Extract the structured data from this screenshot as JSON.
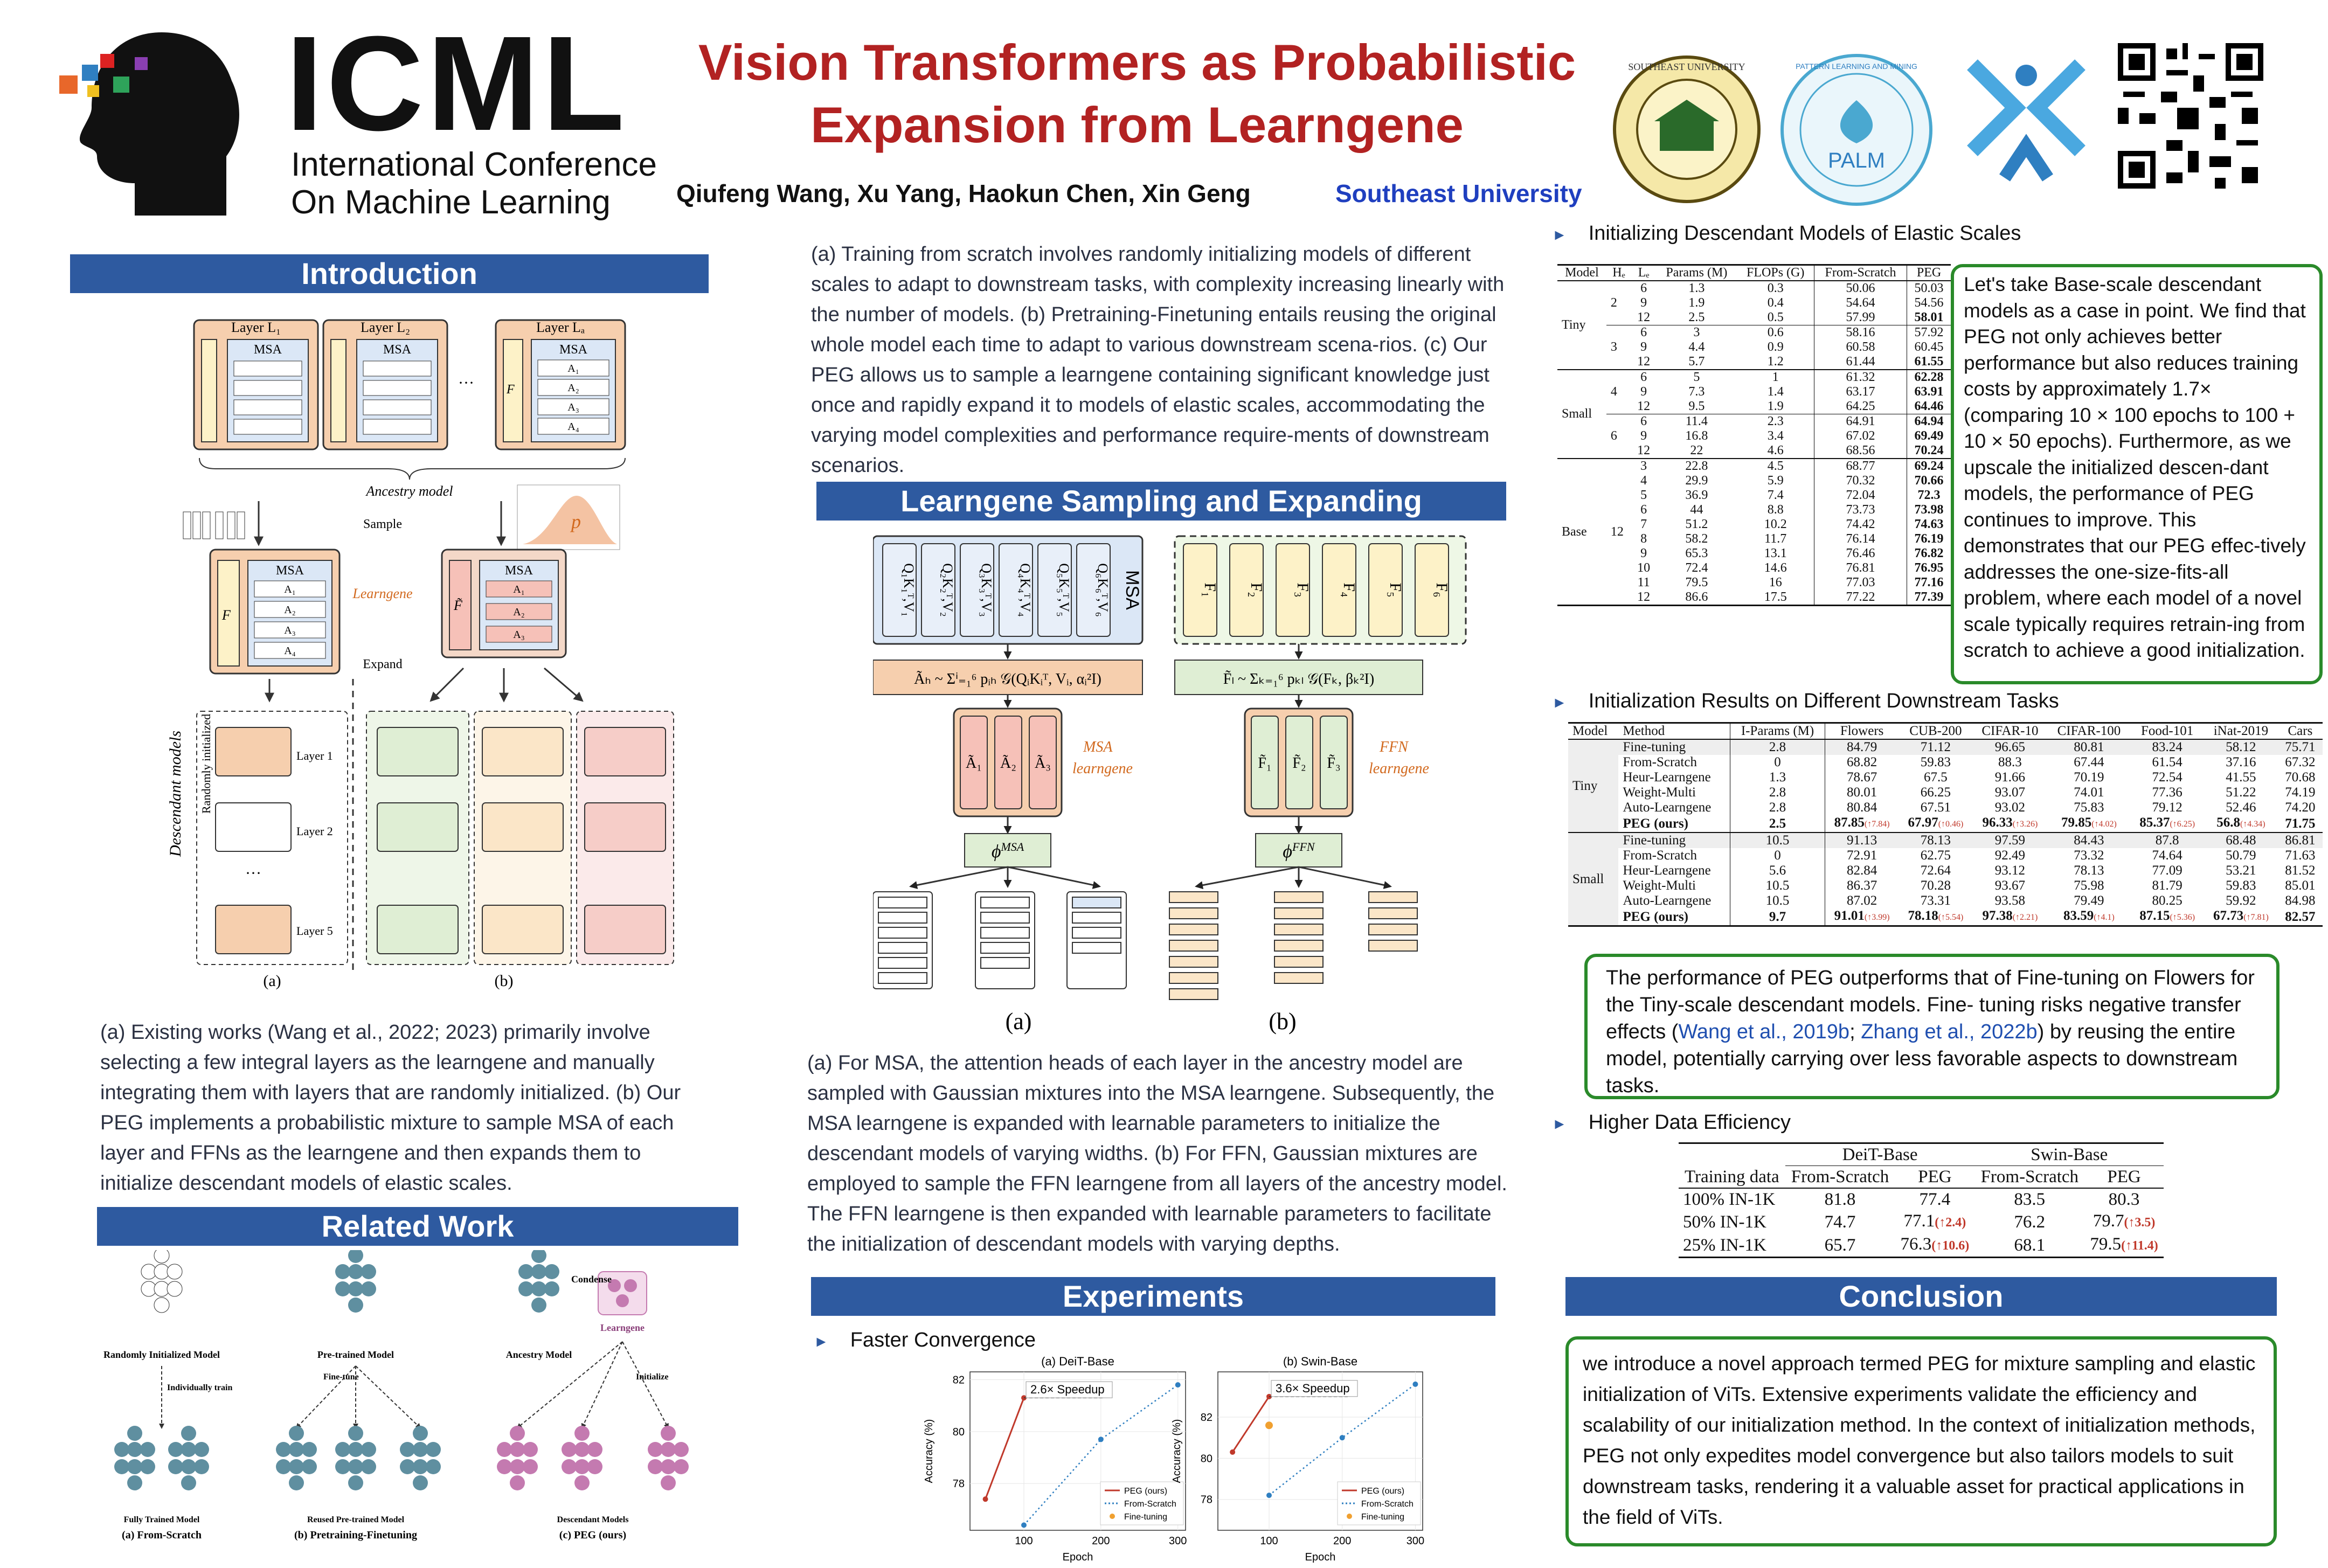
{
  "header": {
    "conference_logo_text": "ICML",
    "conference_full_line1": "International Conference",
    "conference_full_line2": "On Machine Learning",
    "title_line1": "Vision Transformers as Probabilistic",
    "title_line2": "Expansion from Learngene",
    "authors": "Qiufeng Wang, Xu Yang, Haokun Chen, Xin Geng",
    "affiliation": "Southeast University",
    "seal1_text": "SOUTHEAST UNIVERSITY",
    "seal2_text": "PALM",
    "seal2_ring": "PATTERN LEARNING AND MINING",
    "colors": {
      "title": "#b22222",
      "header_bar": "#2e5aa0",
      "green": "#2a8a2a",
      "affiliation": "#1f3fbf"
    }
  },
  "intro": {
    "heading": "Introduction",
    "fig_labels": {
      "layer1": "Layer L₁",
      "layer2": "Layer L₂",
      "layera": "Layer Lₐ",
      "msa": "MSA",
      "a1": "A₁",
      "a2": "A₂",
      "a3": "A₃",
      "a4": "A₄",
      "f": "F",
      "ftilde": "F̃",
      "ancestry": "Ancestry model",
      "sample": "Sample",
      "learngene": "Learngene",
      "expand": "Expand",
      "p": "p",
      "descendant": "Descendant models",
      "rand_init": "Randomly initialized",
      "l1": "Layer 1",
      "l2": "Layer 2",
      "l5": "Layer 5",
      "dots": "···",
      "cap_a": "(a)",
      "cap_b": "(b)"
    },
    "caption": "(a) Existing works (Wang et al., 2022; 2023) primarily involve selecting a few integral layers as the learngene and manually integrating them with layers that are randomly initialized. (b) Our PEG implements a probabilistic mixture to sample MSA of each layer and FFNs as the learngene and then expands them to initialize descendant models of elastic scales."
  },
  "related": {
    "heading": "Related Work",
    "labels": {
      "rand_model": "Randomly Initialized Model",
      "pre_model": "Pre-trained Model",
      "anc_model": "Ancestry Model",
      "condense": "Condense",
      "learngene": "Learngene",
      "indiv": "Individually train",
      "finetune": "Fine-tune",
      "initialize": "Initialize",
      "fully": "Fully Trained Model",
      "reused": "Reused Pre-trained Model",
      "desc": "Descendant Models",
      "cap_a": "(a) From-Scratch",
      "cap_b": "(b) Pretraining-Finetuning",
      "cap_c": "(c) PEG (ours)"
    }
  },
  "center": {
    "top_text": "(a) Training from scratch involves randomly initializing models of different scales to adapt to downstream tasks, with complexity increasing linearly with the number of models. (b) Pretraining-Finetuning entails reusing the original whole model each time to adapt to various downstream scena-rios. (c) Our PEG allows us to sample a learngene containing significant knowledge just once and rapidly expand it to models of elastic scales, accommodating the varying model complexities and performance require-ments of downstream scenarios.",
    "lse_heading": "Learngene Sampling and Expanding",
    "msa_tokens": [
      "Q₁K₁ᵀ,V₁",
      "Q₂K₂ᵀ,V₂",
      "Q₃K₃ᵀ,V₃",
      "Q₄K₄ᵀ,V₄",
      "Q₅K₅ᵀ,V₅",
      "Q₆K₆ᵀ,V₆"
    ],
    "msa_label": "MSA",
    "ffn_tokens": [
      "F₁",
      "F₂",
      "F₃",
      "F₄",
      "F₅",
      "F₆"
    ],
    "msa_formula": "Ãₕ ~ Σⁱ₌₁⁶ pᵢₕ 𝒢(QᵢKᵢᵀ, Vᵢ, αᵢ²I)",
    "ffn_formula": "F̃ₗ ~ Σₖ₌₁⁶ pₖₗ 𝒢(Fₖ, βₖ²I)",
    "msa_lg": [
      "Ã₁",
      "Ã₂",
      "Ã₃"
    ],
    "ffn_lg": [
      "F̃₁",
      "F̃₂",
      "F̃₃"
    ],
    "msa_lg_label1": "MSA",
    "msa_lg_label2": "learngene",
    "ffn_lg_label1": "FFN",
    "ffn_lg_label2": "learngene",
    "phi_msa": "ϕ",
    "phi_msa_sup": "MSA",
    "phi_ffn": "ϕ",
    "phi_ffn_sup": "FFN",
    "cap_a": "(a)",
    "cap_b": "(b)",
    "caption": "(a) For MSA, the attention heads of each layer in the ancestry model are sampled with Gaussian mixtures into the MSA learngene. Subsequently, the MSA learngene is expanded with learnable parameters to initialize the descendant models of varying widths. (b) For FFN, Gaussian mixtures are employed to sample the FFN learngene from all layers of the ancestry model. The FFN learngene is then expanded with learnable parameters to facilitate the initialization of descendant models with varying depths."
  },
  "experiments": {
    "heading": "Experiments",
    "faster": "Faster Convergence",
    "elastic_title": "Initializing Descendant Models of Elastic Scales",
    "downstream_title": "Initialization Results on Different Downstream Tasks",
    "efficiency_title": "Higher Data Efficiency"
  },
  "chart_data": [
    {
      "type": "line",
      "title": "(a) DeiT-Base",
      "xlabel": "Epoch",
      "ylabel": "Accuracy (%)",
      "xlim": [
        30,
        310
      ],
      "ylim": [
        76.2,
        82.3
      ],
      "xticks": [
        100,
        200,
        300
      ],
      "yticks": [
        78,
        80,
        82
      ],
      "annotation": "2.6× Speedup",
      "legend_position": "bottom-right",
      "series": [
        {
          "name": "PEG (ours)",
          "color": "#c0392b",
          "style": "solid",
          "x": [
            50,
            100
          ],
          "y": [
            77.4,
            81.3
          ]
        },
        {
          "name": "From-Scratch",
          "color": "#2f7fc1",
          "style": "dotted",
          "x": [
            100,
            200,
            300
          ],
          "y": [
            76.4,
            79.7,
            81.8
          ]
        },
        {
          "name": "Fine-tuning",
          "color": "#f0a030",
          "style": "point",
          "x": [],
          "y": []
        }
      ]
    },
    {
      "type": "line",
      "title": "(b) Swin-Base",
      "xlabel": "Epoch",
      "ylabel": "Accuracy (%)",
      "xlim": [
        30,
        310
      ],
      "ylim": [
        76.5,
        84.2
      ],
      "xticks": [
        100,
        200,
        300
      ],
      "yticks": [
        78,
        80,
        82
      ],
      "annotation": "3.6× Speedup",
      "legend_position": "bottom-right",
      "series": [
        {
          "name": "PEG (ours)",
          "color": "#c0392b",
          "style": "solid",
          "x": [
            50,
            100
          ],
          "y": [
            80.3,
            83.0
          ]
        },
        {
          "name": "From-Scratch",
          "color": "#2f7fc1",
          "style": "dotted",
          "x": [
            100,
            200,
            300
          ],
          "y": [
            78.2,
            81.0,
            83.6
          ]
        },
        {
          "name": "Fine-tuning",
          "color": "#f0a030",
          "style": "point",
          "x": [
            100
          ],
          "y": [
            81.6
          ]
        }
      ]
    }
  ],
  "table_elastic": {
    "headers": [
      "Model",
      "Hₑ",
      "Lₑ",
      "Params (M)",
      "FLOPs (G)",
      "From-Scratch",
      "PEG"
    ],
    "groups": [
      {
        "model": "Tiny",
        "sub": [
          {
            "h": "2",
            "rows": [
              [
                "6",
                "1.3",
                "0.3",
                "50.06",
                "50.03"
              ],
              [
                "9",
                "1.9",
                "0.4",
                "54.64",
                "54.56"
              ],
              [
                "12",
                "2.5",
                "0.5",
                "57.99",
                "58.01"
              ]
            ]
          },
          {
            "h": "3",
            "rows": [
              [
                "6",
                "3",
                "0.6",
                "58.16",
                "57.92"
              ],
              [
                "9",
                "4.4",
                "0.9",
                "60.58",
                "60.45"
              ],
              [
                "12",
                "5.7",
                "1.2",
                "61.44",
                "61.55"
              ]
            ]
          }
        ]
      },
      {
        "model": "Small",
        "sub": [
          {
            "h": "4",
            "rows": [
              [
                "6",
                "5",
                "1",
                "61.32",
                "62.28"
              ],
              [
                "9",
                "7.3",
                "1.4",
                "63.17",
                "63.91"
              ],
              [
                "12",
                "9.5",
                "1.9",
                "64.25",
                "64.46"
              ]
            ]
          },
          {
            "h": "6",
            "rows": [
              [
                "6",
                "11.4",
                "2.3",
                "64.91",
                "64.94"
              ],
              [
                "9",
                "16.8",
                "3.4",
                "67.02",
                "69.49"
              ],
              [
                "12",
                "22",
                "4.6",
                "68.56",
                "70.24"
              ]
            ]
          }
        ]
      },
      {
        "model": "Base",
        "sub": [
          {
            "h": "12",
            "rows": [
              [
                "3",
                "22.8",
                "4.5",
                "68.77",
                "69.24"
              ],
              [
                "4",
                "29.9",
                "5.9",
                "70.32",
                "70.66"
              ],
              [
                "5",
                "36.9",
                "7.4",
                "72.04",
                "72.3"
              ],
              [
                "6",
                "44",
                "8.8",
                "73.73",
                "73.98"
              ],
              [
                "7",
                "51.2",
                "10.2",
                "74.42",
                "74.63"
              ],
              [
                "8",
                "58.2",
                "11.7",
                "76.14",
                "76.19"
              ],
              [
                "9",
                "65.3",
                "13.1",
                "76.46",
                "76.82"
              ],
              [
                "10",
                "72.4",
                "14.6",
                "76.81",
                "76.95"
              ],
              [
                "11",
                "79.5",
                "16",
                "77.03",
                "77.16"
              ],
              [
                "12",
                "86.6",
                "17.5",
                "77.22",
                "77.39"
              ]
            ]
          }
        ]
      }
    ],
    "bold_peg": [
      "58.01",
      "61.55",
      "62.28",
      "63.91",
      "64.46",
      "64.94",
      "69.49",
      "70.24",
      "69.24",
      "70.66",
      "72.3",
      "73.98",
      "74.63",
      "76.19",
      "76.82",
      "76.95",
      "77.16",
      "77.39"
    ]
  },
  "box_base": "Let's take Base-scale descendant models as a case in point. We find that PEG not only achieves better performance but also reduces training costs by approximately 1.7× (comparing 10 × 100 epochs to 100 + 10 × 50 epochs). Furthermore, as we upscale the initialized descen-dant models, the performance of PEG continues to improve. This demonstrates that our PEG effec-tively addresses the one-size-fits-all problem, where each model of a novel scale typically requires retrain-ing from scratch to achieve a good initialization.",
  "table_downstream": {
    "headers": [
      "Model",
      "Method",
      "I-Params (M)",
      "Flowers",
      "CUB-200",
      "CIFAR-10",
      "CIFAR-100",
      "Food-101",
      "iNat-2019",
      "Cars"
    ],
    "groups": [
      {
        "model": "Tiny",
        "rows": [
          [
            "Fine-tuning",
            "2.8",
            "84.79",
            "71.12",
            "96.65",
            "80.81",
            "83.24",
            "58.12",
            "75.71"
          ],
          [
            "From-Scratch",
            "0",
            "68.82",
            "59.83",
            "88.3",
            "67.44",
            "61.54",
            "37.16",
            "67.32"
          ],
          [
            "Heur-Learngene",
            "1.3",
            "78.67",
            "67.5",
            "91.66",
            "70.19",
            "72.54",
            "41.55",
            "70.68"
          ],
          [
            "Weight-Multi",
            "2.8",
            "80.01",
            "66.25",
            "93.07",
            "74.01",
            "77.36",
            "51.22",
            "74.19"
          ],
          [
            "Auto-Learngene",
            "2.8",
            "80.84",
            "67.51",
            "93.02",
            "75.83",
            "79.12",
            "52.46",
            "74.20"
          ]
        ],
        "peg": {
          "label": "PEG (ours)",
          "params": "2.5",
          "vals": [
            "87.85",
            "67.97",
            "96.33",
            "79.85",
            "85.37",
            "56.8",
            "71.75"
          ],
          "gains": [
            "(↑7.84)",
            "(↑0.46)",
            "(↑3.26)",
            "(↑4.02)",
            "(↑6.25)",
            "(↑4.34)",
            ""
          ]
        }
      },
      {
        "model": "Small",
        "rows": [
          [
            "Fine-tuning",
            "10.5",
            "91.13",
            "78.13",
            "97.59",
            "84.43",
            "87.8",
            "68.48",
            "86.81"
          ],
          [
            "From-Scratch",
            "0",
            "72.91",
            "62.75",
            "92.49",
            "73.32",
            "74.64",
            "50.79",
            "71.63"
          ],
          [
            "Heur-Learngene",
            "5.6",
            "82.84",
            "72.64",
            "93.12",
            "78.13",
            "77.09",
            "53.21",
            "81.52"
          ],
          [
            "Weight-Multi",
            "10.5",
            "86.37",
            "70.28",
            "93.67",
            "75.98",
            "81.79",
            "59.83",
            "85.01"
          ],
          [
            "Auto-Learngene",
            "10.5",
            "87.02",
            "73.31",
            "93.58",
            "79.49",
            "80.25",
            "59.92",
            "84.98"
          ]
        ],
        "peg": {
          "label": "PEG (ours)",
          "params": "9.7",
          "vals": [
            "91.01",
            "78.18",
            "97.38",
            "83.59",
            "87.15",
            "67.73",
            "82.57"
          ],
          "gains": [
            "(↑3.99)",
            "(↑5.54)",
            "(↑2.21)",
            "(↑4.1)",
            "(↑5.36)",
            "(↑7.81)",
            ""
          ]
        }
      }
    ]
  },
  "box_tiny": {
    "text1": "The performance of PEG outperforms that of Fine-tuning on Flowers for the Tiny-scale descendant models. Fine- tuning risks negative transfer effects (",
    "cite1": "Wang et al., 2019b",
    "sep": "; ",
    "cite2": "Zhang et al., 2022b",
    "text2": ") by reusing the entire model, potentially carrying over less favorable aspects to downstream tasks."
  },
  "table_eff": {
    "col_groups": [
      "DeiT-Base",
      "Swin-Base"
    ],
    "headers": [
      "Training data",
      "From-Scratch",
      "PEG",
      "From-Scratch",
      "PEG"
    ],
    "rows": [
      {
        "label": "100% IN-1K",
        "vals": [
          "81.8",
          "77.4",
          "83.5",
          "80.3"
        ],
        "gains": [
          "",
          ""
        ]
      },
      {
        "label": "50% IN-1K",
        "vals": [
          "74.7",
          "77.1",
          "76.2",
          "79.7"
        ],
        "gains": [
          "(↑2.4)",
          "(↑3.5)"
        ]
      },
      {
        "label": "25% IN-1K",
        "vals": [
          "65.7",
          "76.3",
          "68.1",
          "79.5"
        ],
        "gains": [
          "(↑10.6)",
          "(↑11.4)"
        ]
      }
    ]
  },
  "conclusion": {
    "heading": "Conclusion",
    "text": "we introduce a novel approach termed PEG for mixture sampling and elastic initialization of ViTs. Extensive experiments validate the efficiency and scalability of our initialization method. In the context of initialization methods, PEG not only expedites model convergence but also tailors models to suit downstream tasks, rendering it a valuable asset for practical applications in the field of ViTs."
  }
}
